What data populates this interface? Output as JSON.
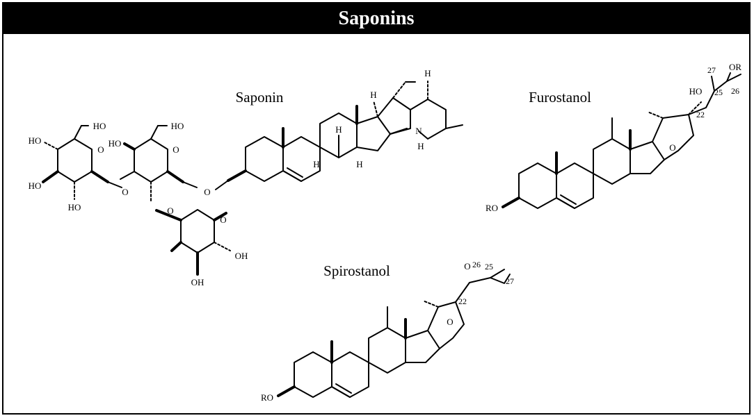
{
  "header": {
    "title": "Saponins"
  },
  "structures": {
    "saponin": {
      "name": "Saponin",
      "labels": {
        "ho_a": "HO",
        "ho_b": "HO",
        "ho_c": "HO",
        "ho_d": "HO",
        "ho_e": "HO",
        "ho_f": "HO",
        "oh_a": "OH",
        "oh_b": "OH",
        "o1": "O",
        "o2": "O",
        "o3": "O",
        "o4": "O",
        "o5": "O",
        "o6": "O",
        "n": "N",
        "h1": "H",
        "h2": "H",
        "h3": "H",
        "h4": "H",
        "h5": "H",
        "h6": "H"
      }
    },
    "furostanol": {
      "name": "Furostanol",
      "labels": {
        "ho": "HO",
        "or": "OR",
        "ro": "RO",
        "o": "O",
        "c22": "22",
        "c25": "25",
        "c26": "26",
        "c27": "27"
      }
    },
    "spirostanol": {
      "name": "Spirostanol",
      "labels": {
        "ro": "RO",
        "o1": "O",
        "o2": "O",
        "c22": "22",
        "c25": "25",
        "c26": "26",
        "c27": "27"
      }
    }
  }
}
